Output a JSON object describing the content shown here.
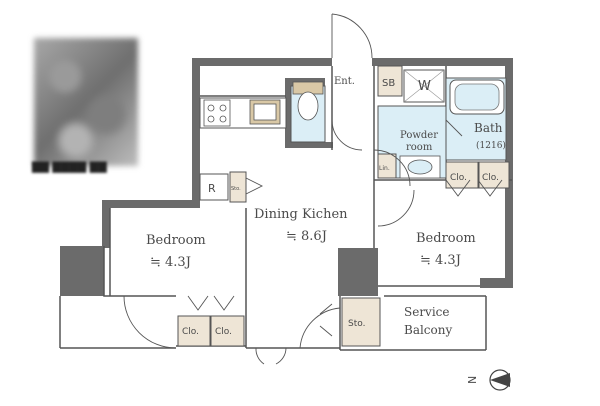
{
  "rooms": {
    "dining_kitchen": {
      "name": "Dining Kichen",
      "area": "≒ 8.6J"
    },
    "bedroom_left": {
      "name": "Bedroom",
      "area": "≒ 4.3J"
    },
    "bedroom_right": {
      "name": "Bedroom",
      "area": "≒ 4.3J"
    },
    "bath": {
      "name": "Bath",
      "size": "(1216)"
    },
    "powder_room": {
      "name_line1": "Powder",
      "name_line2": "room"
    },
    "entrance": {
      "name": "Ent."
    },
    "service_balcony": {
      "line1": "Service",
      "line2": "Balcony"
    }
  },
  "fixtures": {
    "shoe_box": "SB",
    "washer": "W",
    "refrigerator": "R",
    "storage_kitchen": "Sto.",
    "storage_balcony": "Sto.",
    "linen": "Lin.",
    "closet": "Clo."
  },
  "compass": {
    "label": "N"
  },
  "colors": {
    "wall": "#6b6b6b",
    "wet_area": "#dbeef6",
    "closet_fill": "#eee5d6",
    "fixture_tan": "#d9c8a6",
    "line": "#555555"
  }
}
